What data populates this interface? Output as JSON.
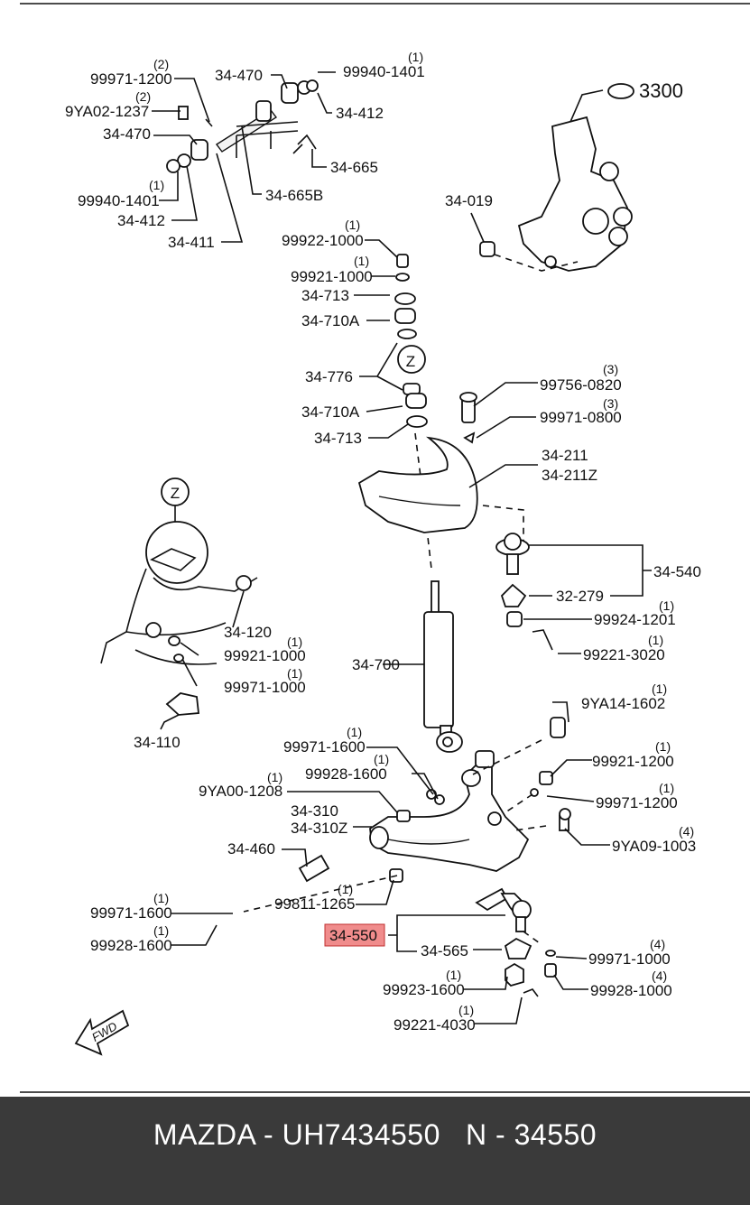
{
  "diagram": {
    "labels": {
      "l_99971_1200_top": "99971-1200",
      "q_99971_1200_top": "(2)",
      "l_9YA02_1237": "9YA02-1237",
      "q_9YA02_1237": "(2)",
      "l_34_470_a": "34-470",
      "l_34_470_b": "34-470",
      "l_99940_1401_top": "99940-1401",
      "q_99940_1401_top": "(1)",
      "l_34_412_top": "34-412",
      "l_34_665": "34-665",
      "l_99940_1401_left": "99940-1401",
      "q_99940_1401_left": "(1)",
      "l_34_412_left": "34-412",
      "l_34_665B": "34-665B",
      "l_34_411": "34-411",
      "l_3300": "3300",
      "l_34_019": "34-019",
      "l_99922_1000": "99922-1000",
      "q_99922_1000": "(1)",
      "l_99921_1000_top": "99921-1000",
      "q_99921_1000_top": "(1)",
      "l_34_713_a": "34-713",
      "l_34_710A_a": "34-710A",
      "l_34_776": "34-776",
      "l_Z_callout": "Z",
      "l_34_710A_b": "34-710A",
      "l_34_713_b": "34-713",
      "l_99756_0820": "99756-0820",
      "q_99756_0820": "(3)",
      "l_99971_0800": "99971-0800",
      "q_99971_0800": "(3)",
      "l_34_211": "34-211",
      "l_34_211Z": "34-211Z",
      "l_Z_detail": "Z",
      "l_34_540": "34-540",
      "l_32_279": "32-279",
      "l_99924_1201": "99924-1201",
      "q_99924_1201": "(1)",
      "l_99221_3020": "99221-3020",
      "q_99221_3020": "(1)",
      "l_34_120": "34-120",
      "l_99921_1000_det": "99921-1000",
      "q_99921_1000_det": "(1)",
      "l_99971_1000_det": "99971-1000",
      "q_99971_1000_det": "(1)",
      "l_34_110": "34-110",
      "l_34_700": "34-700",
      "l_9YA14_1602": "9YA14-1602",
      "q_9YA14_1602": "(1)",
      "l_99971_1600_a": "99971-1600",
      "q_99971_1600_a": "(1)",
      "l_99928_1600_a": "99928-1600",
      "q_99928_1600_a": "(1)",
      "l_9YA00_1208": "9YA00-1208",
      "q_9YA00_1208": "(1)",
      "l_99921_1200": "99921-1200",
      "q_99921_1200": "(1)",
      "l_99971_1200_mid": "99971-1200",
      "q_99971_1200_mid": "(1)",
      "l_34_310": "34-310",
      "l_34_310Z": "34-310Z",
      "l_9YA09_1003": "9YA09-1003",
      "q_9YA09_1003": "(4)",
      "l_34_460": "34-460",
      "l_99811_1265": "99811-1265",
      "q_99811_1265": "(1)",
      "l_99971_1600_b": "99971-1600",
      "q_99971_1600_b": "(1)",
      "l_99928_1600_b": "99928-1600",
      "q_99928_1600_b": "(1)",
      "l_34_550": "34-550",
      "l_34_565": "34-565",
      "l_99971_1000_bot": "99971-1000",
      "q_99971_1000_bot": "(4)",
      "l_99923_1600": "99923-1600",
      "q_99923_1600": "(1)",
      "l_99928_1000": "99928-1000",
      "q_99928_1000": "(4)",
      "l_99221_4030": "99221-4030",
      "q_99221_4030": "(1)",
      "l_FWD": "FWD"
    },
    "highlight_color": "#f08c8c",
    "line_color": "#111111"
  },
  "footer": {
    "text": "MAZDA - UH7434550   N - 34550",
    "background": "#3a3a3a"
  }
}
